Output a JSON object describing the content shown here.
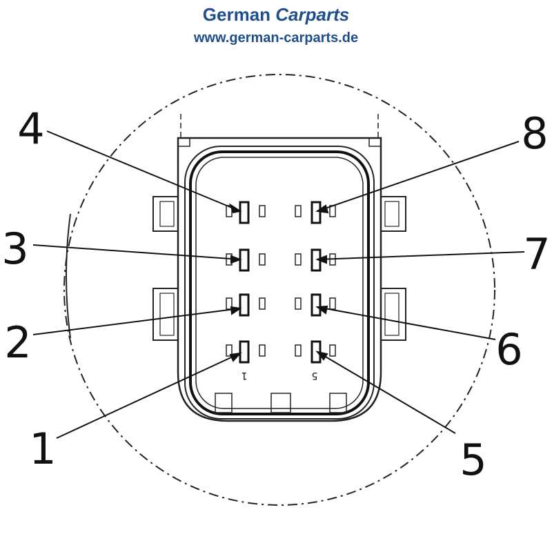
{
  "brand": {
    "name_part1": "German",
    "name_part2": "Carparts",
    "url": "www.german-carparts.de",
    "color": "#1f4e8c"
  },
  "diagram": {
    "pin_labels": [
      "1",
      "2",
      "3",
      "4",
      "5",
      "6",
      "7",
      "8"
    ],
    "cavity_marks": {
      "left": "1",
      "right": "5"
    }
  }
}
